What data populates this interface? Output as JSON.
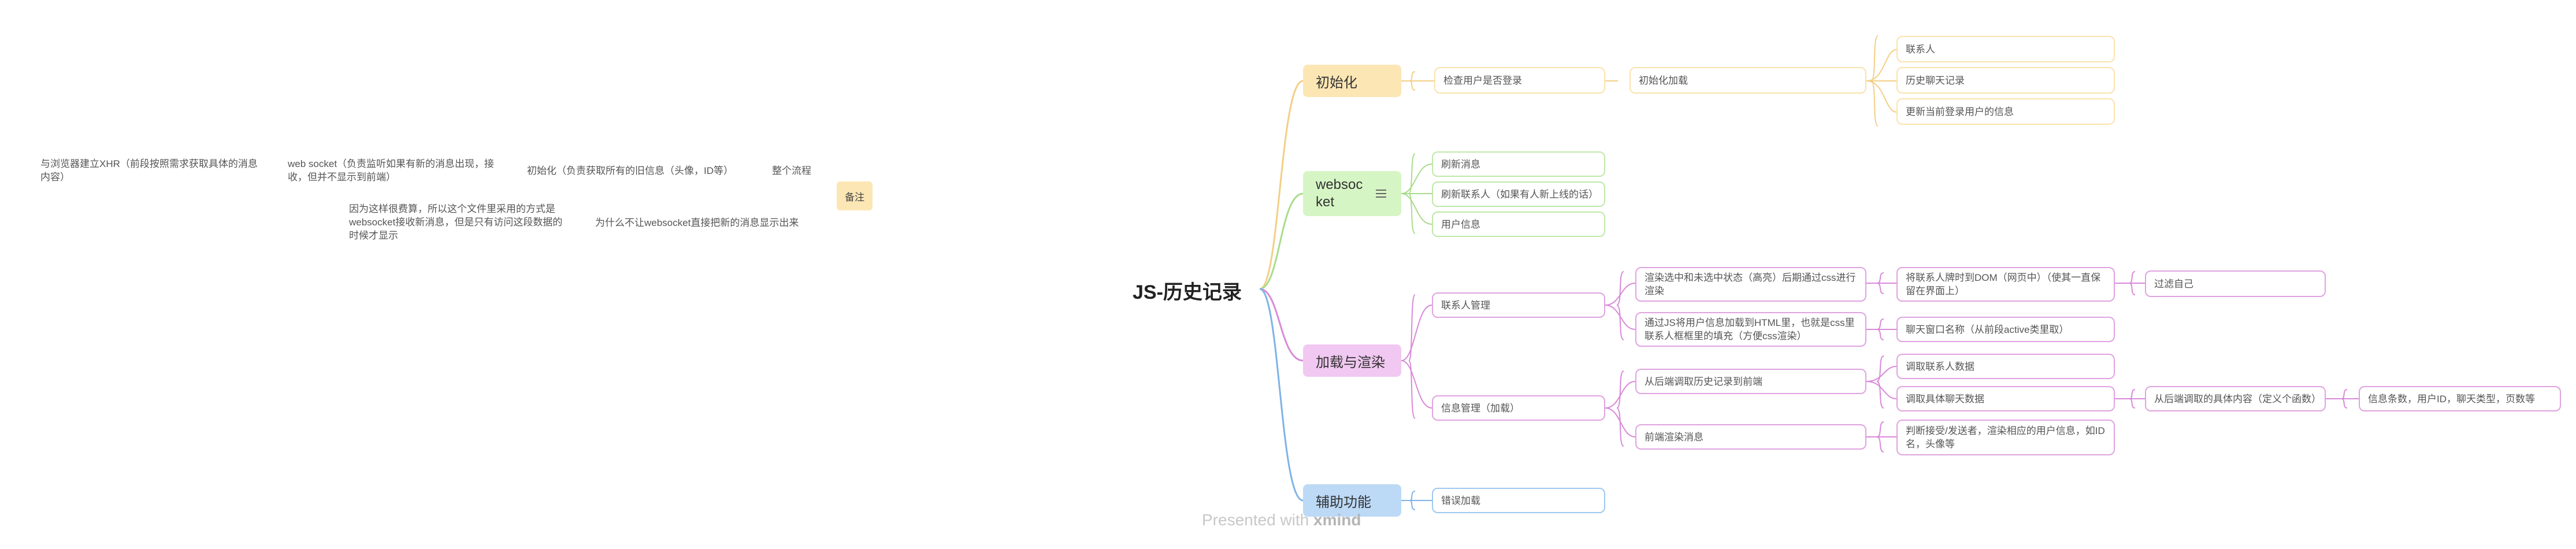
{
  "root": "JS-历史记录",
  "branches": {
    "init": {
      "label": "初始化",
      "check_login": "检查用户是否登录",
      "init_load": "初始化加载",
      "items": [
        "联系人",
        "历史聊天记录",
        "更新当前登录用户的信息"
      ]
    },
    "websocket": {
      "label": "websocket",
      "items": [
        "刷新消息",
        "刷新联系人（如果有人新上线的话）",
        "用户信息"
      ]
    },
    "load": {
      "label": "加载与渲染",
      "contact_mgmt": "联系人管理",
      "render_selected": "渲染选中和未选中状态（高亮）后期通过css进行渲染",
      "render_selected_children": [
        "将联系人牌时到DOM（网页中）（使其一直保留在界面上）"
      ],
      "filter_self": "过滤自己",
      "js_html": "通过JS将用户信息加载到HTML里，也就是css里联系人框框里的填充（方便css渲染）",
      "js_html_child": "聊天窗口名称（从前段active类里取）",
      "msg_mgmt": "信息管理（加载）",
      "fetch_history": "从后端调取历史记录到前端",
      "fetch_children": [
        "调取联系人数据",
        "调取具体聊天数据"
      ],
      "fetch_detail": "从后端调取的具体内容（定义个函数）",
      "fetch_detail_child": "信息条数，用户ID，聊天类型，页数等",
      "front_render": "前端渲染消息",
      "front_render_child": "判断接受/发送者，渲染相应的用户信息，如ID名，头像等"
    },
    "aux": {
      "label": "辅助功能",
      "items": [
        "错误加载"
      ]
    }
  },
  "left": {
    "col1": "与浏览器建立XHR（前段按照需求获取具体的消息内容）",
    "col2": "web socket（负责监听如果有新的消息出现，接收，但并不显示到前端）",
    "col3": "初始化（负责获取所有的旧信息（头像，ID等）",
    "col4": "整个流程",
    "reason": "因为这样很费算，所以这个文件里采用的方式是websocket接收新消息，但是只有访问这段数据的时候才显示",
    "question": "为什么不让websocket直接把新的消息显示出来",
    "note": "备注"
  },
  "watermark": {
    "prefix": "Presented with",
    "brand": "xmind"
  },
  "colors": {
    "init": "#fce6b4",
    "websocket": "#d6f5c4",
    "load": "#f1c8f1",
    "aux": "#bcd9f6",
    "init_line": "#f3cf86",
    "ws_line": "#a9dc8c",
    "load_line": "#d98ad9",
    "aux_line": "#7fb3e6",
    "root_line": "#7fb3e6"
  }
}
